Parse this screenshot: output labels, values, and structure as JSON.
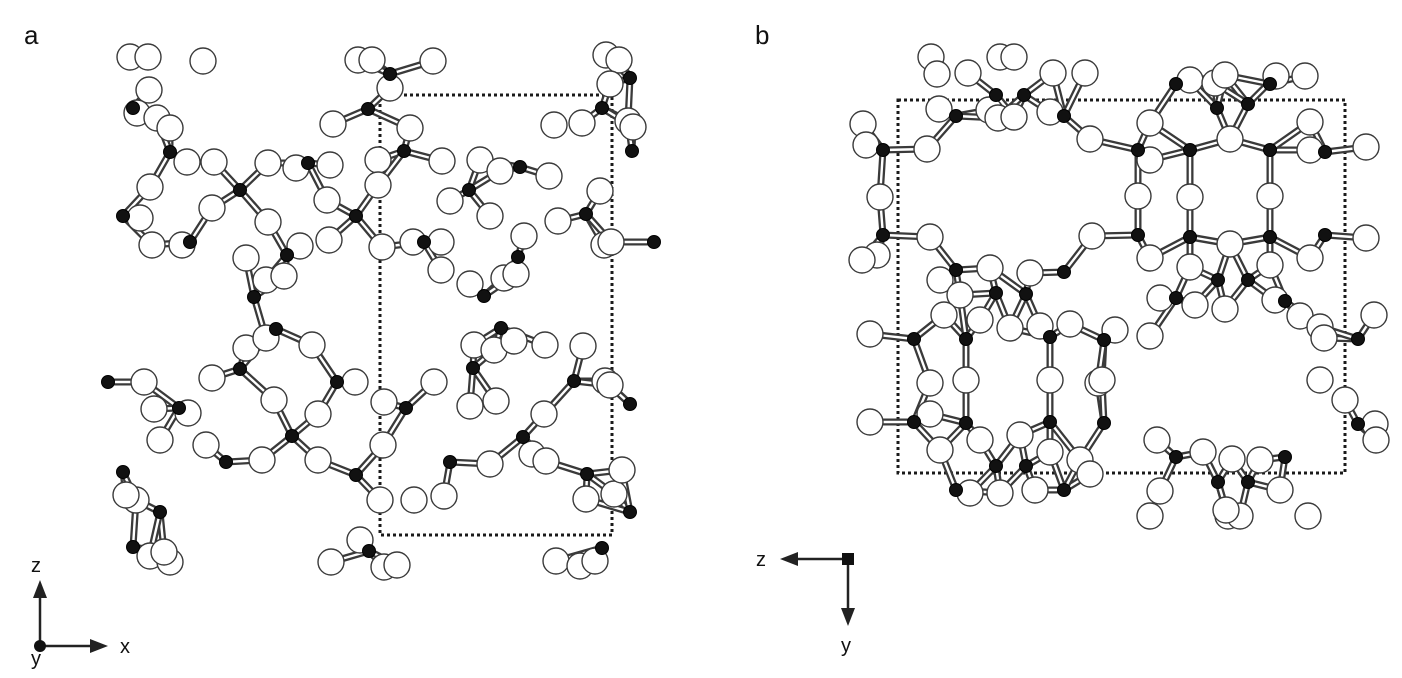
{
  "figure": {
    "panels": [
      {
        "letter": "a",
        "axes": {
          "vertical": "z",
          "horizontal": "x",
          "out_of_plane": "y"
        }
      },
      {
        "letter": "b",
        "axes": {
          "horizontal": "z",
          "vertical": "y"
        }
      }
    ]
  },
  "colors": {
    "tetrahedral_atom": "#111111",
    "oxygen_atom": "#ffffff",
    "bond": "#3a3a3a",
    "unit_cell": "#1a1a1a"
  }
}
